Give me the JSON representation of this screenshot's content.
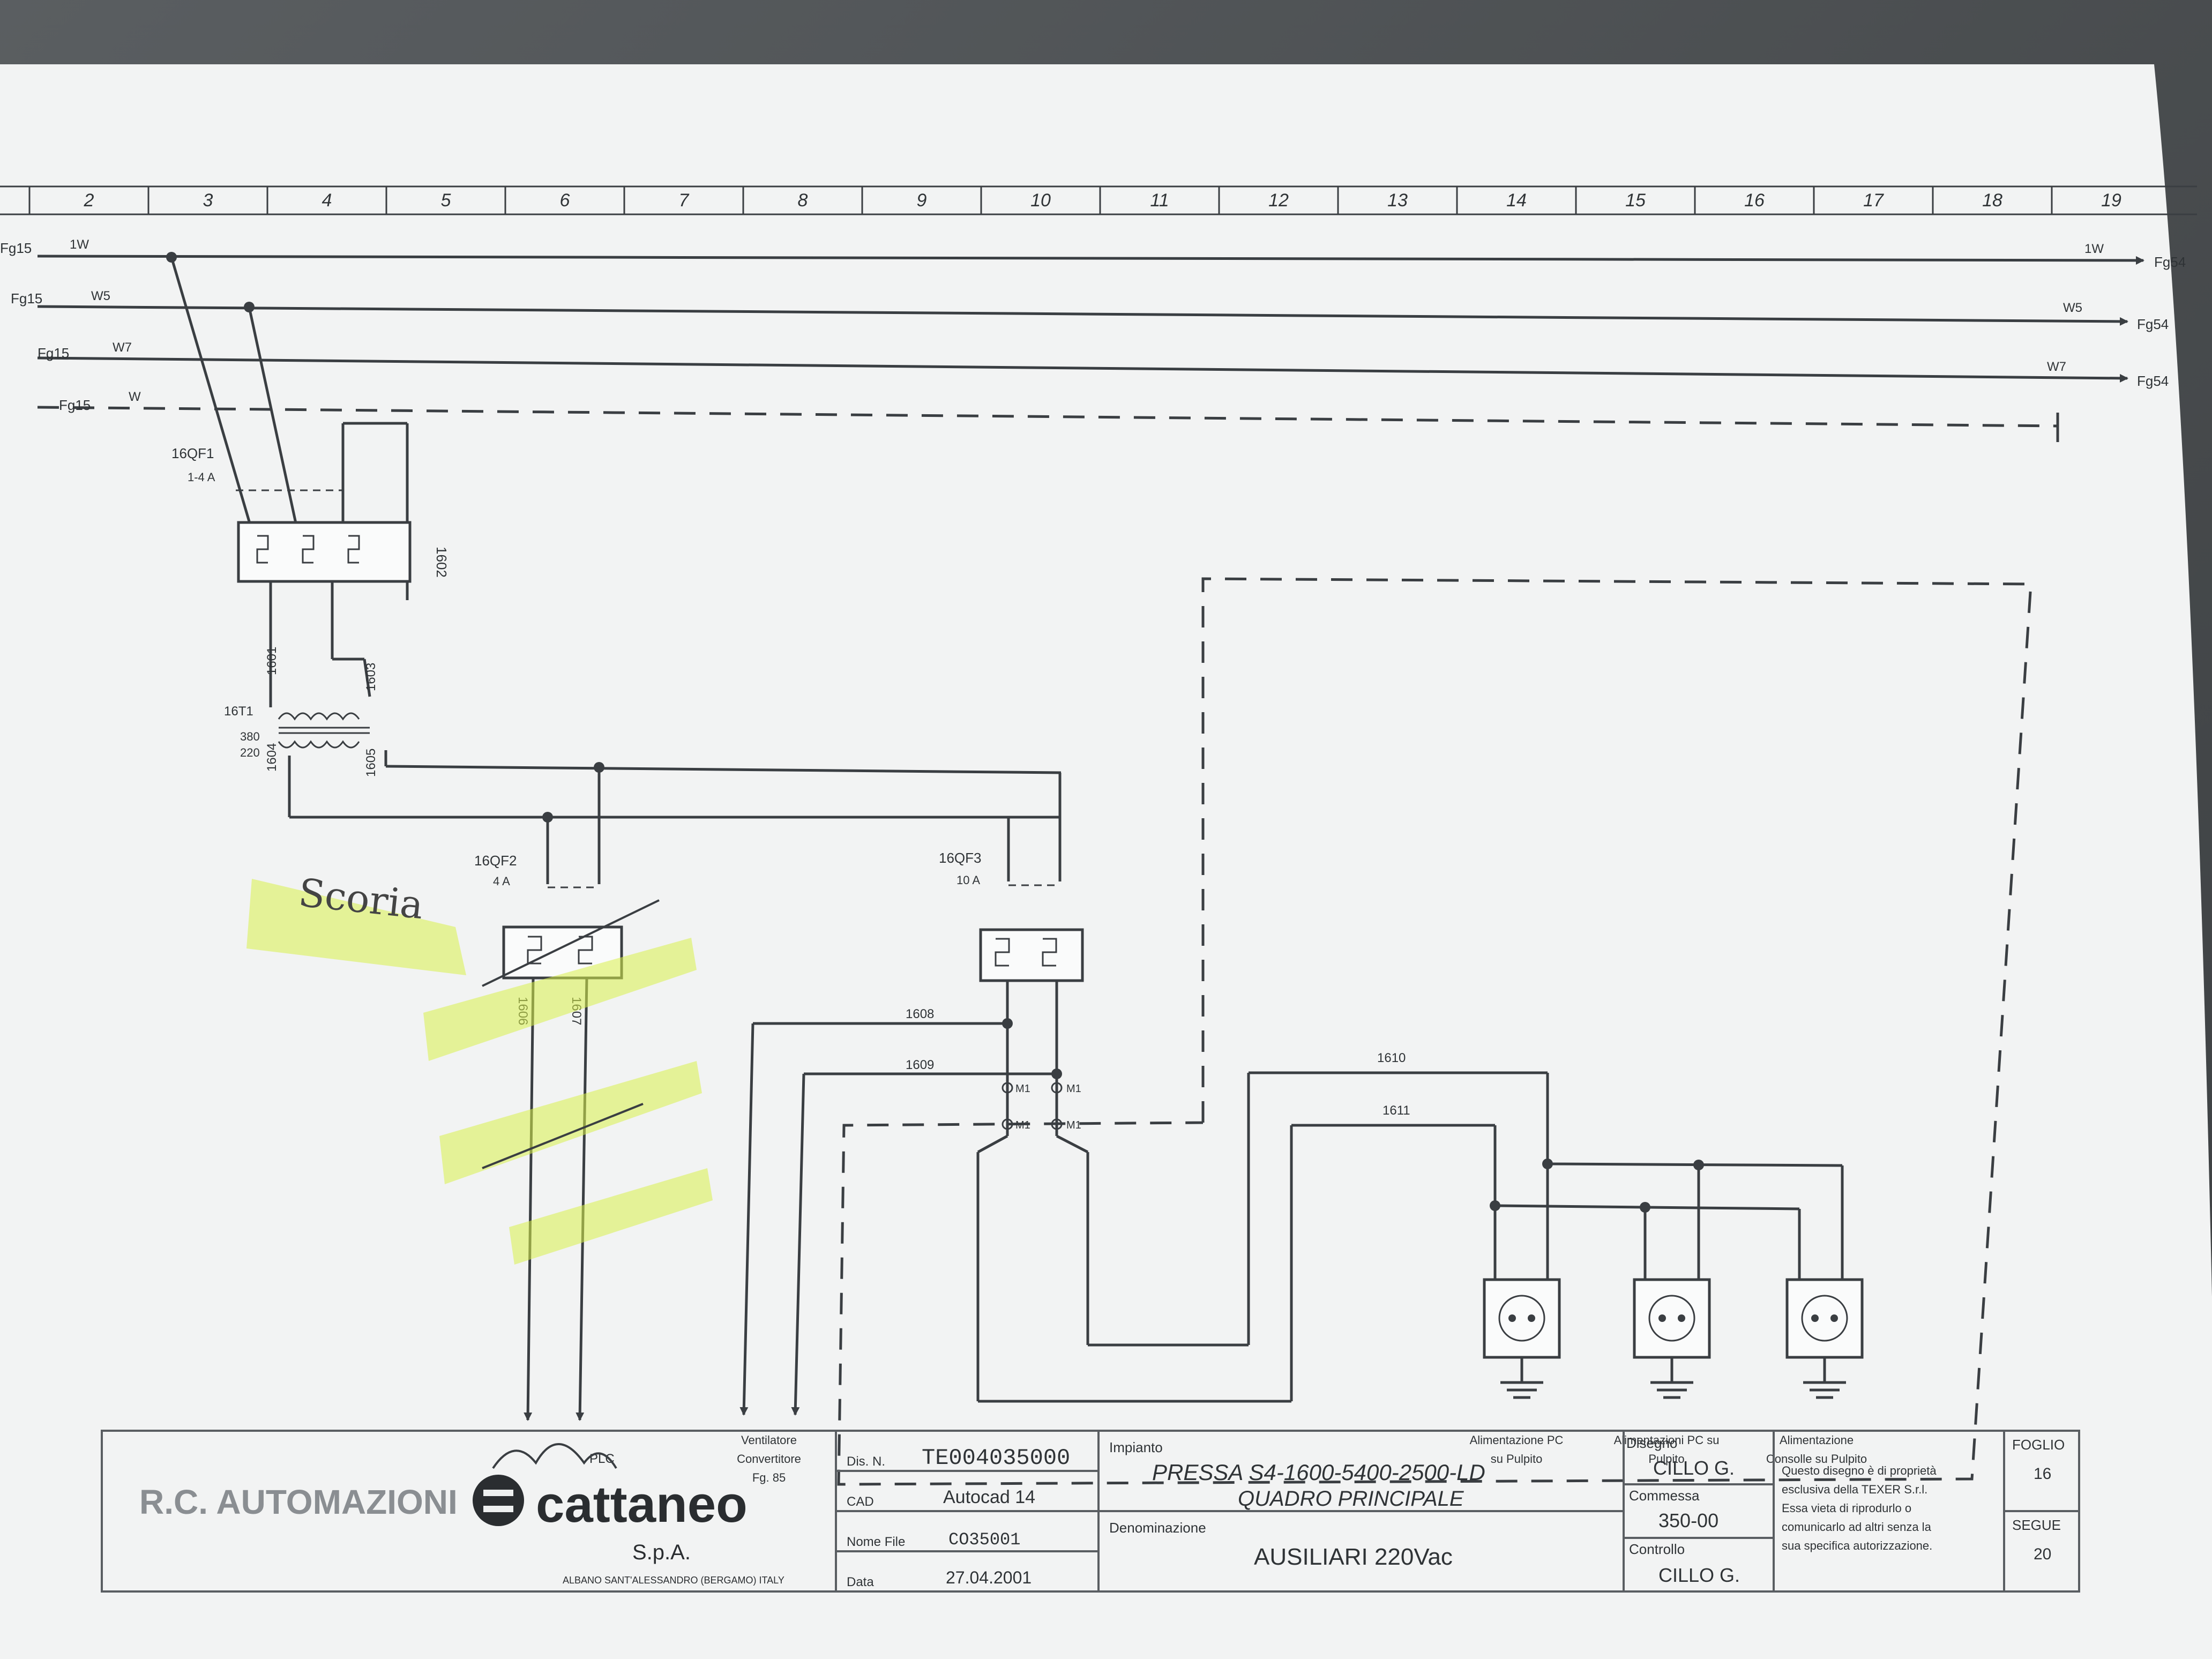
{
  "diagram": {
    "columns": [
      "2",
      "3",
      "4",
      "5",
      "6",
      "7",
      "8",
      "9",
      "10",
      "11",
      "12",
      "13",
      "14",
      "15",
      "16",
      "17",
      "18",
      "19"
    ],
    "incoming_lines": [
      {
        "src": "Fg15",
        "label": "1W",
        "dest": "Fg54"
      },
      {
        "src": "Fg15",
        "label": "W5",
        "dest": "Fg54"
      },
      {
        "src": "Fg15",
        "label": "W7",
        "dest": "Fg54"
      },
      {
        "src": "Fg15",
        "label": "W"
      }
    ],
    "breaker_q1": {
      "tag": "16QF1",
      "rating": "1-4 A"
    },
    "wire_1602": "1602",
    "transformer": {
      "tag": "16T1",
      "primary": "380",
      "secondary": "220",
      "wires": [
        "1601",
        "1603",
        "1604",
        "1605"
      ]
    },
    "breaker_q2": {
      "tag": "16QF2",
      "rating": "4 A"
    },
    "breaker_q3": {
      "tag": "16QF3",
      "rating": "10 A"
    },
    "wires_q2": [
      "1606",
      "1607"
    ],
    "wires_mid": [
      "1608",
      "1609"
    ],
    "wires_sockets": [
      "1610",
      "1611"
    ],
    "terminals": [
      "M1",
      "M1",
      "M1",
      "M1"
    ],
    "handwriting": {
      "scoria": "Scoria"
    },
    "out_left_label": "PLC",
    "out_fan": {
      "line1": "Ventilatore",
      "line2": "Convertitore",
      "line3": "Fg. 85"
    },
    "sockets": [
      {
        "line1": "Alimentazione PC",
        "line2": "su Pulpito"
      },
      {
        "line1": "Alimentazioni PC su",
        "line2": "Pulpito"
      },
      {
        "line1": "Alimentazione",
        "line2": "Consolle su Pulpito"
      }
    ]
  },
  "title_block": {
    "vendor_logo": "R.C. AUTOMAZIONI",
    "company": "cattaneo",
    "company_suffix": "S.p.A.",
    "company_address": "ALBANO SANT'ALESSANDRO (BERGAMO) ITALY",
    "dis_label": "Dis. N.",
    "dis_value": "TE004035000",
    "cad_label": "CAD",
    "cad_value": "Autocad 14",
    "file_label": "Nome File",
    "file_value": "CO35001",
    "date_label": "Data",
    "date_value": "27.04.2001",
    "impianto_label": "Impianto",
    "impianto_line1": "PRESSA S4-1600-5400-2500-LD",
    "impianto_line2": "QUADRO PRINCIPALE",
    "denominazione_label": "Denominazione",
    "denominazione_value": "AUSILIARI 220Vac",
    "disegno_label": "Disegno",
    "disegno_value": "CILLO G.",
    "commessa_label": "Commessa",
    "commessa_value": "350-00",
    "controllo_label": "Controllo",
    "controllo_value": "CILLO G.",
    "note_lines": [
      "Questo disegno è di proprietà",
      "esclusiva della TEXER S.r.l.",
      "Essa vieta di riprodurlo o",
      "comunicarlo ad altri senza la",
      "sua specifica autorizzazione."
    ],
    "foglio_label": "FOGLIO",
    "foglio_value": "16",
    "segue_label": "SEGUE",
    "segue_value": "20"
  },
  "colors": {
    "paper": "#f2f3f3",
    "ink": "#3a3e42",
    "highlighter": "#d9f04a",
    "background": "#4a4d4f"
  }
}
